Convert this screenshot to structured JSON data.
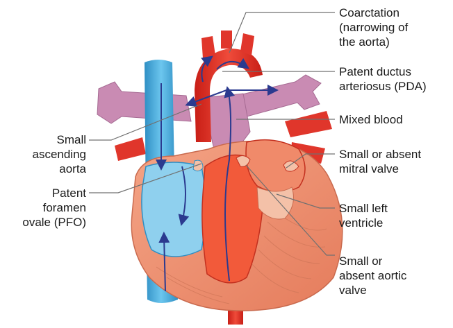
{
  "diagram": {
    "labels": {
      "coarctation": "Coarctation\n(narrowing of\nthe aorta)",
      "pda": "Patent ductus\narteriosus (PDA)",
      "mixed_blood": "Mixed blood",
      "small_ascending_aorta": "Small\nascending\naorta",
      "mitral_valve": "Small or absent\nmitral valve",
      "pfo": "Patent\nforamen\novale (PFO)",
      "left_ventricle": "Small left\nventricle",
      "aortic_valve": "Small or\nabsent aortic\nvalve"
    },
    "colors": {
      "vena_cava": "#5bb8e6",
      "vena_cava_dark": "#2f8fc4",
      "pulmonary": "#c98bb3",
      "aorta": "#e0362b",
      "heart_muscle": "#f08a6a",
      "heart_inner": "#f25a3a",
      "heart_pale": "#f4c1a8",
      "leader": "#707070",
      "arrow": "#2b3a8f"
    }
  }
}
